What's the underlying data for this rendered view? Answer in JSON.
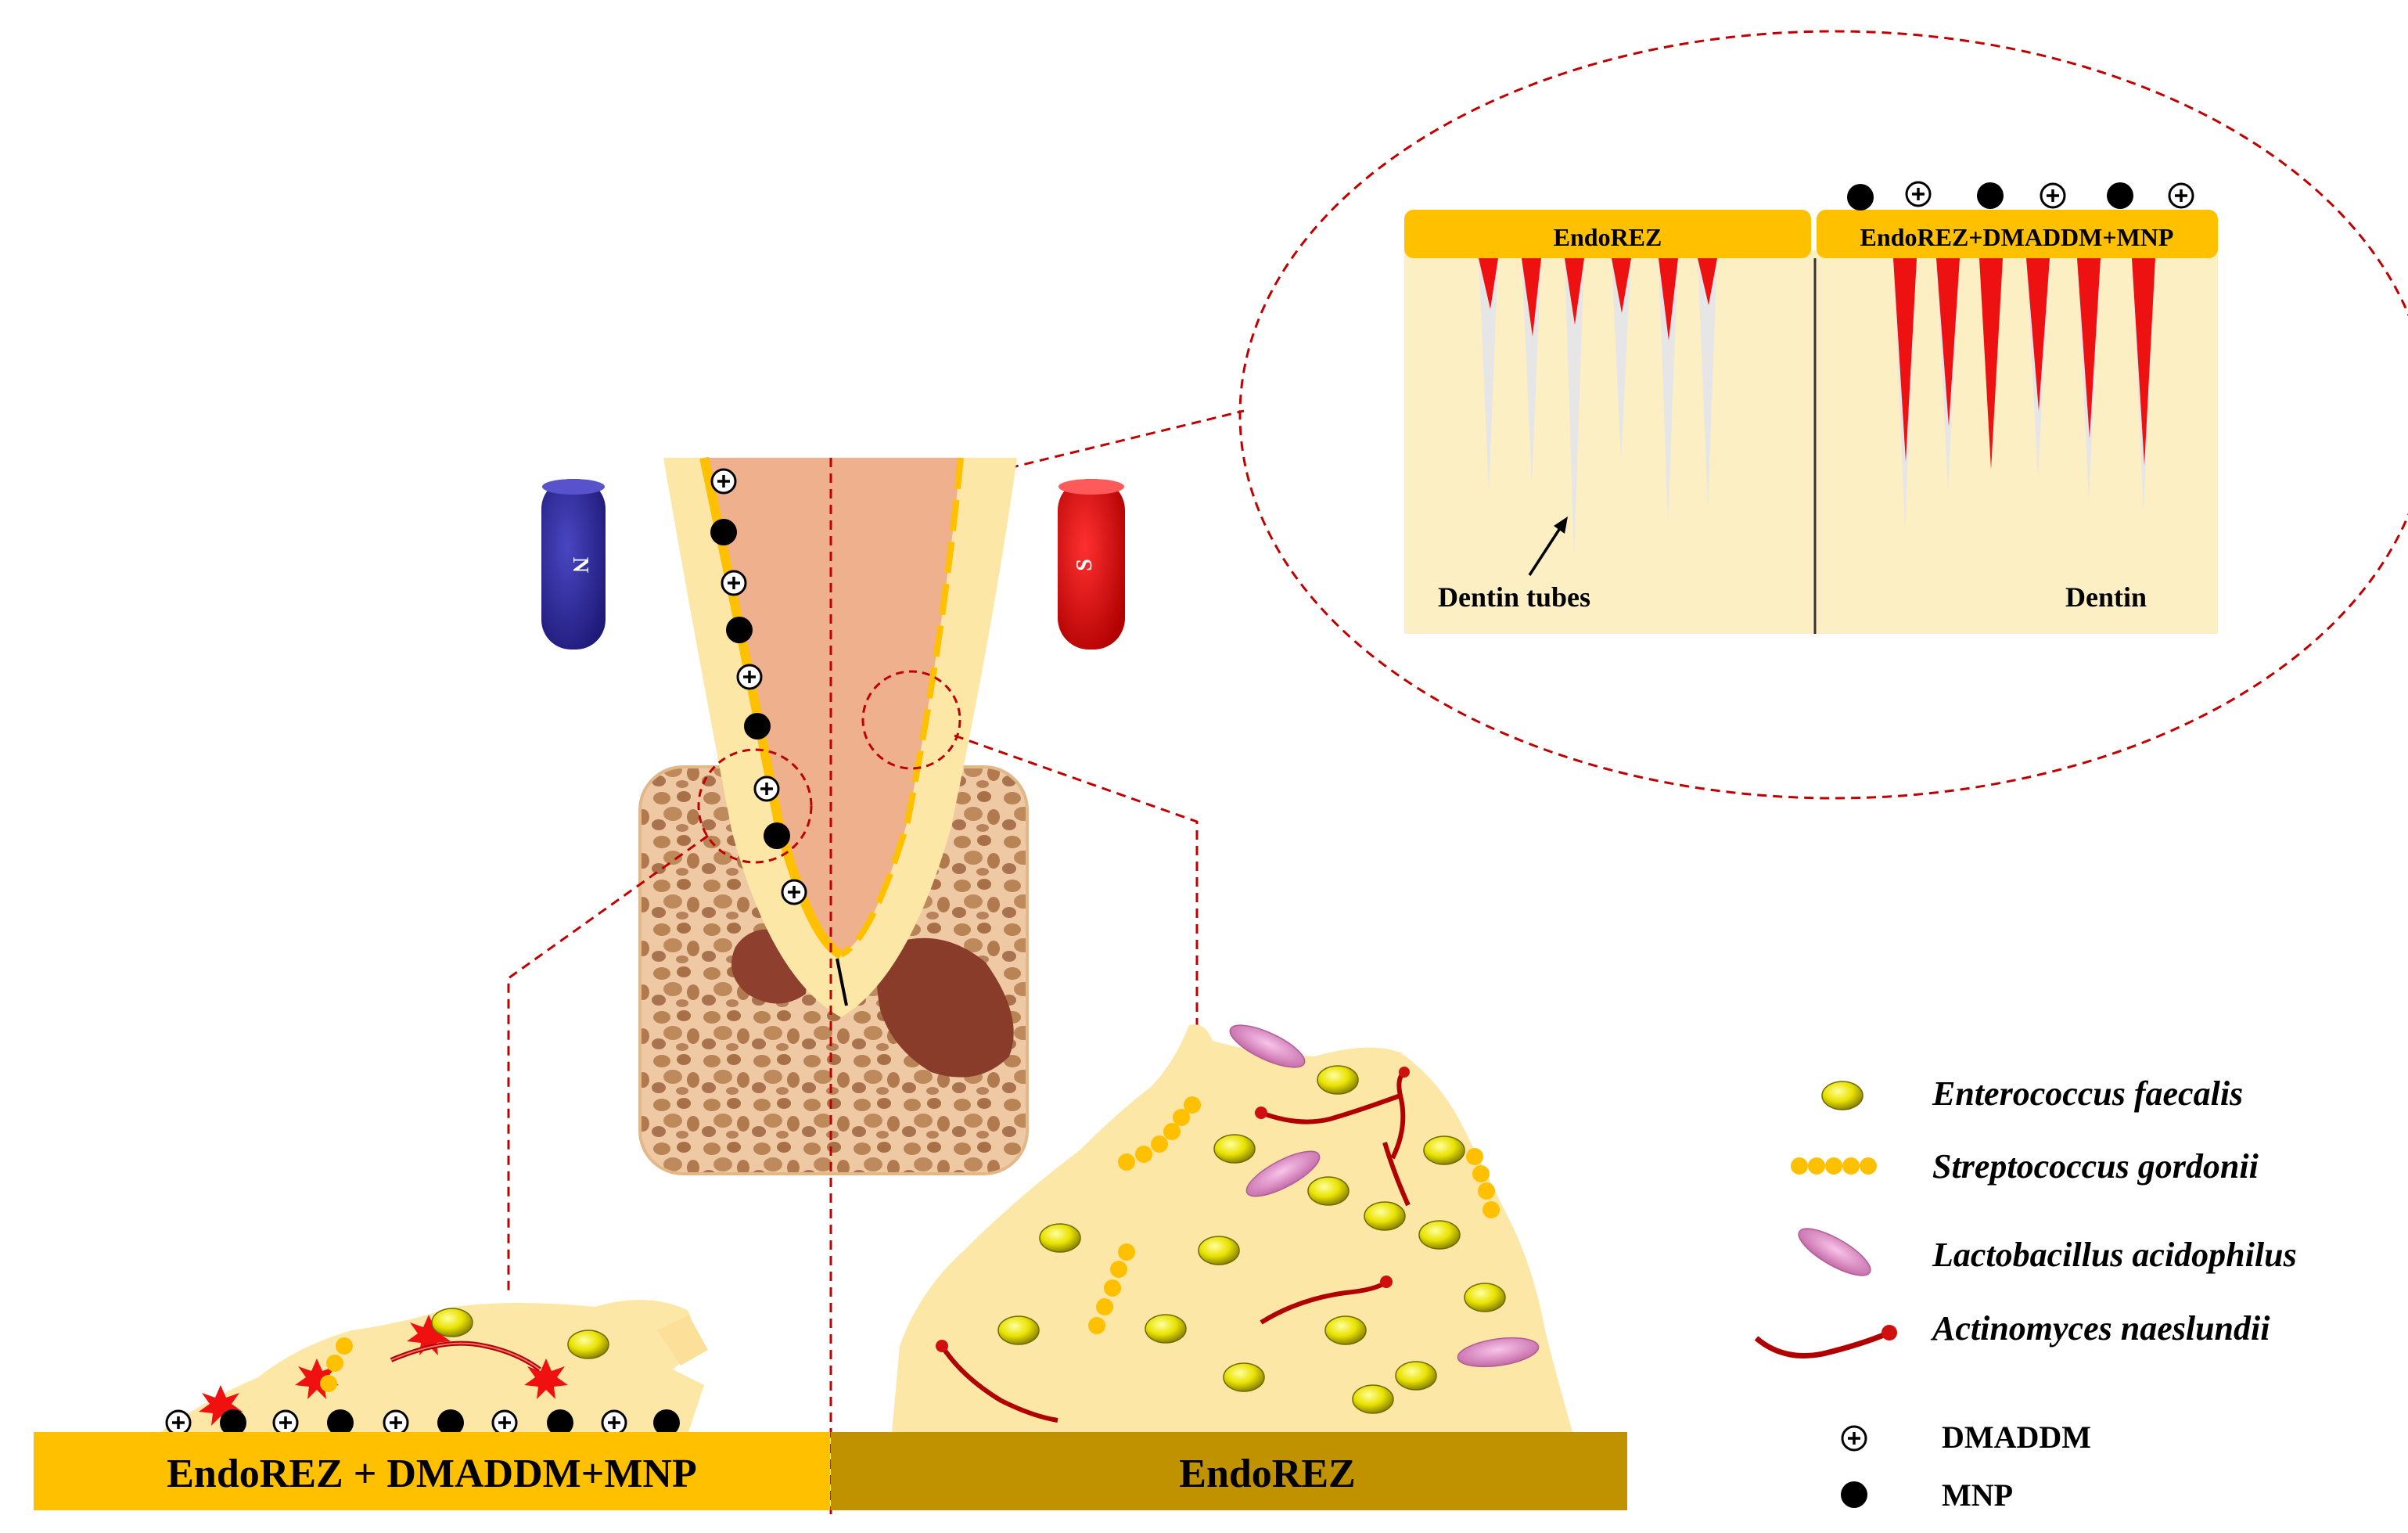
{
  "magnets": {
    "north": "N",
    "south": "S"
  },
  "inset": {
    "left_header": "EndoREZ",
    "right_header": "EndoREZ+DMADDM+MNP",
    "tubes_label": "Dentin tubes",
    "dentin_label": "Dentin"
  },
  "bars": {
    "left": "EndoREZ + DMADDM+MNP",
    "right": "EndoREZ"
  },
  "legend": {
    "items": [
      {
        "label": "Enterococcus faecalis",
        "icon": "enterococcus-icon"
      },
      {
        "label": "Streptococcus gordonii",
        "icon": "streptococcus-icon"
      },
      {
        "label": "Lactobacillus acidophilus",
        "icon": "lactobacillus-icon"
      },
      {
        "label": "Actinomyces naeslundii",
        "icon": "actinomyces-icon"
      },
      {
        "label": "DMADDM",
        "icon": "dmaddm-icon"
      },
      {
        "label": "MNP",
        "icon": "mnp-icon"
      }
    ]
  },
  "colors": {
    "resin": "#FFC000",
    "dentin": "#FDEFC4",
    "pulp": "#EFB08E",
    "magnet_north": "#2E2A9B",
    "magnet_south": "#E50000",
    "tube_red": "#EE1111",
    "tube_grey": "#E6E6E6",
    "bar_right": "#C09200",
    "bacteria_yellow": "#E9E200",
    "lacto_pink": "#E090C8",
    "dash_red": "#C00000"
  }
}
